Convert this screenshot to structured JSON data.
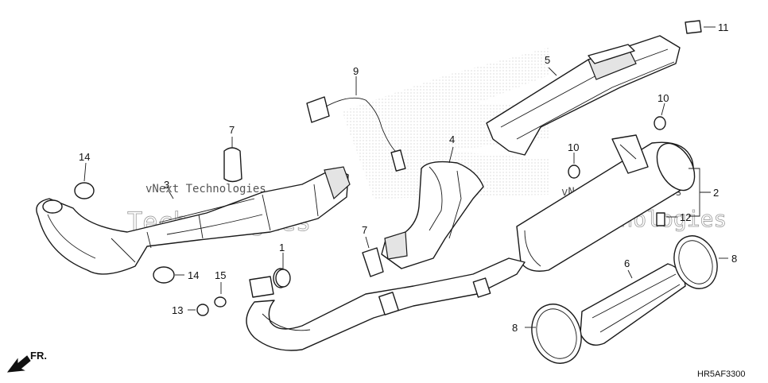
{
  "diagram": {
    "callouts": {
      "c1": "1",
      "c2": "2",
      "c3": "3",
      "c4": "4",
      "c5": "5",
      "c6": "6",
      "c7a": "7",
      "c7b": "7",
      "c8a": "8",
      "c8b": "8",
      "c9": "9",
      "c10a": "10",
      "c10b": "10",
      "c11": "11",
      "c12": "12",
      "c13": "13",
      "c14a": "14",
      "c14b": "14",
      "c15": "15"
    },
    "direction_label": "FR.",
    "drawing_code": "HR5AF3300",
    "watermark": {
      "line1": "vNext Technologies",
      "line2": "Technologies"
    }
  }
}
